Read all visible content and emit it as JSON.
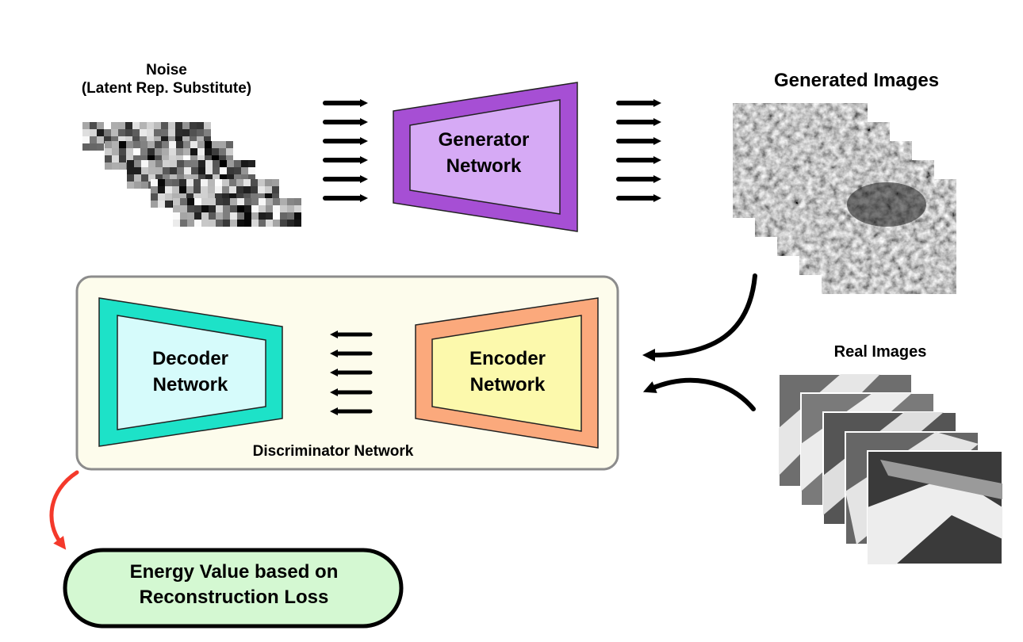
{
  "noise": {
    "title_line1": "Noise",
    "title_line2": "(Latent Rep. Substitute)"
  },
  "generator": {
    "label_line1": "Generator",
    "label_line2": "Network",
    "color": "#a64fd4",
    "inner_color": "#d6aaf5"
  },
  "generated": {
    "title": "Generated Images"
  },
  "real": {
    "title": "Real Images"
  },
  "discriminator": {
    "label": "Discriminator Network",
    "bg_color": "#fdfcec",
    "border_color": "#8c8c8c"
  },
  "decoder": {
    "label_line1": "Decoder",
    "label_line2": "Network",
    "color": "#1de2c8",
    "inner_color": "#d6fbfb"
  },
  "encoder": {
    "label_line1": "Encoder",
    "label_line2": "Network",
    "color": "#fba97c",
    "inner_color": "#fcf9ac"
  },
  "energy": {
    "label_line1": "Energy Value based on",
    "label_line2": "Reconstruction Loss",
    "bg_color": "#d4f8d2",
    "arrow_color": "#f4392b"
  }
}
